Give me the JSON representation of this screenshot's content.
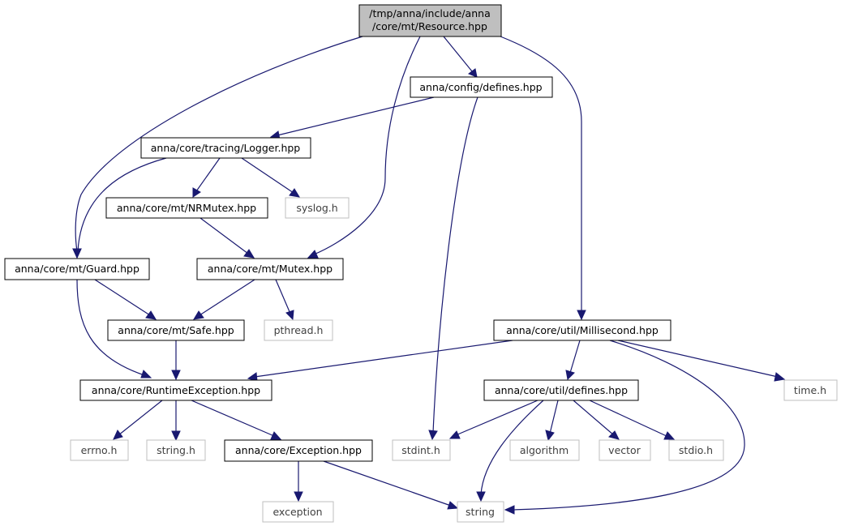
{
  "graph": {
    "root": {
      "line1": "/tmp/anna/include/anna",
      "line2": "/core/mt/Resource.hpp"
    },
    "nodes": {
      "config_defines": "anna/config/defines.hpp",
      "logger": "anna/core/tracing/Logger.hpp",
      "nrmutex": "anna/core/mt/NRMutex.hpp",
      "syslog": "syslog.h",
      "guard": "anna/core/mt/Guard.hpp",
      "mutex": "anna/core/mt/Mutex.hpp",
      "safe": "anna/core/mt/Safe.hpp",
      "pthread": "pthread.h",
      "millisecond": "anna/core/util/Millisecond.hpp",
      "runtime_exception": "anna/core/RuntimeException.hpp",
      "util_defines": "anna/core/util/defines.hpp",
      "time": "time.h",
      "errno": "errno.h",
      "string_h": "string.h",
      "exception_hpp": "anna/core/Exception.hpp",
      "stdint": "stdint.h",
      "algorithm": "algorithm",
      "vector": "vector",
      "stdio": "stdio.h",
      "exception": "exception",
      "string": "string"
    }
  },
  "colors": {
    "edge": "#191970",
    "root_fill": "#bfbfbf",
    "project_border": "#000000",
    "system_border": "#bfbfbf"
  }
}
